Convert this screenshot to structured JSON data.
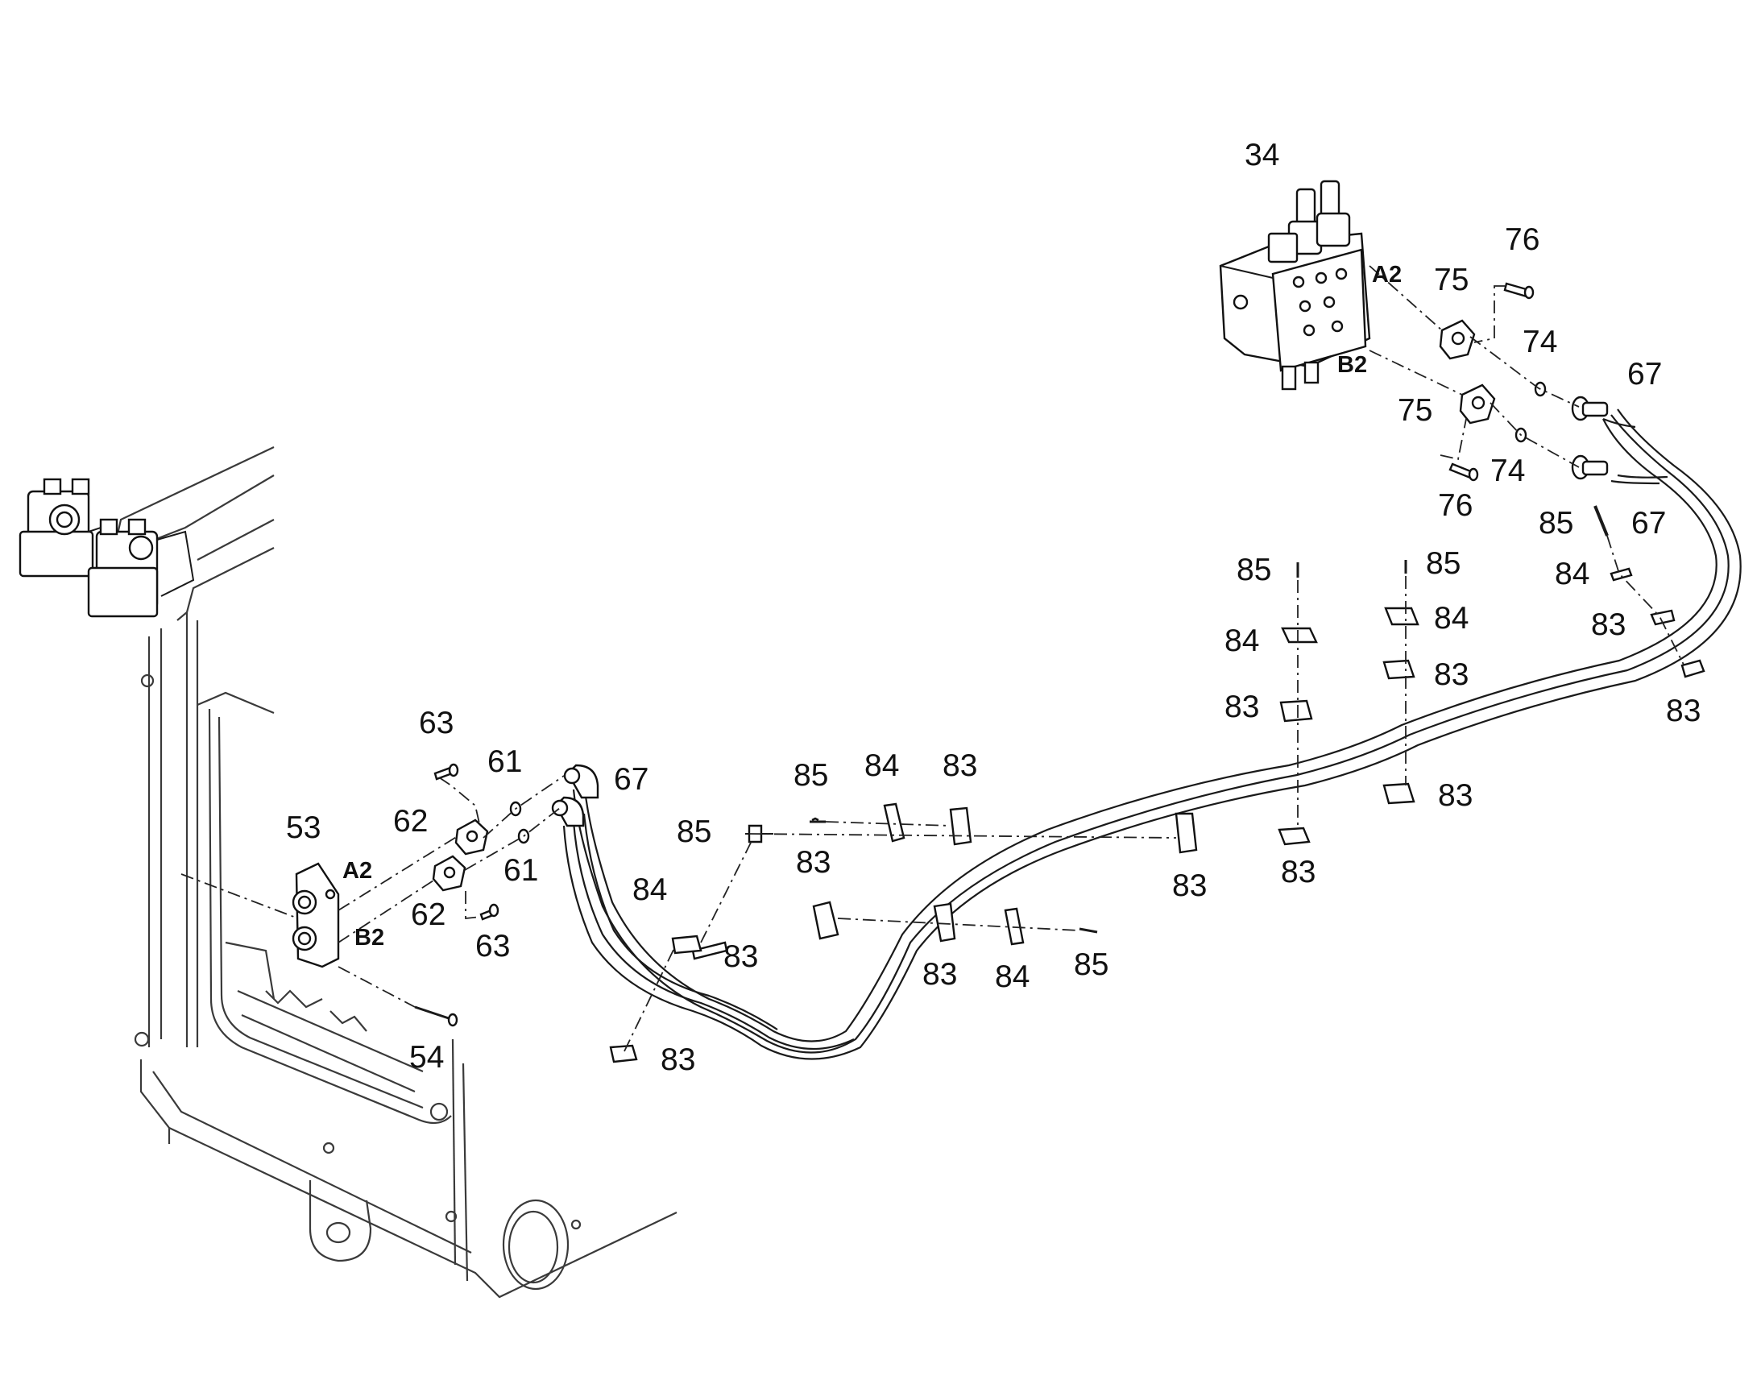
{
  "callouts": {
    "c34": "34",
    "c76a": "76",
    "c75a": "75",
    "c74a": "74",
    "c67a": "67",
    "c75b": "75",
    "c74b": "74",
    "c76b": "76",
    "c85a": "85",
    "c67b": "67",
    "c84a": "84",
    "c83a": "83",
    "c83b": "83",
    "c85b": "85",
    "c84b": "84",
    "c83c": "83",
    "c85c": "85",
    "c84c": "84",
    "c83d": "83",
    "c83e": "83",
    "c83f": "83",
    "c63a": "63",
    "c61a": "61",
    "c67c": "67",
    "c53": "53",
    "c62a": "62",
    "c61b": "61",
    "c62b": "62",
    "c63b": "63",
    "c54": "54",
    "c85d": "85",
    "c84d": "84",
    "c83g": "83",
    "c85e": "85",
    "c84e": "84",
    "c83h": "83",
    "c83i": "83",
    "c83j": "83",
    "c84f": "84",
    "c85f": "85",
    "c83k": "83",
    "c83l": "83"
  },
  "ports": {
    "valve_a2": "A2",
    "valve_b2": "B2",
    "coupler_a2": "A2",
    "coupler_b2": "B2"
  },
  "colors": {
    "line": "#1a1a1a",
    "frame": "#3a3a3a",
    "background": "#ffffff"
  }
}
